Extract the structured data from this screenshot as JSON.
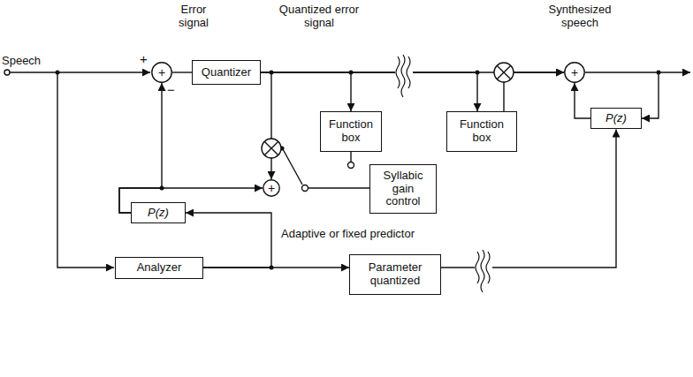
{
  "diagram": {
    "nodes": [
      {
        "text": [
          "+"
        ]
      },
      {
        "text": [
          "Quantizer"
        ]
      },
      {
        "text": [
          "Function box"
        ]
      },
      {
        "text": [
          "Function box"
        ]
      },
      {
        "text": [
          "+"
        ]
      },
      {
        "text": [
          "P(z)"
        ]
      },
      {
        "text": [
          "+"
        ]
      },
      {
        "text": [
          "Syllabic gain control"
        ]
      },
      {
        "text": [
          "P(z)"
        ]
      },
      {
        "text": [
          "Analyzer"
        ]
      },
      {
        "text": [
          "Parameter quantized"
        ]
      }
    ],
    "edges": [
      {
        "from": 0,
        "to": 1,
        "arrow": "none"
      },
      {
        "from": 1,
        "to": 2,
        "arrow": "to"
      },
      {
        "from": 1,
        "to": 6,
        "arrow": "to"
      },
      {
        "from": 8,
        "to": 0,
        "arrow": "to"
      },
      {
        "from": 8,
        "to": 6,
        "arrow": "to"
      },
      {
        "from": 9,
        "to": 8,
        "arrow": "to"
      },
      {
        "from": 9,
        "to": 10,
        "arrow": "to"
      },
      {
        "from": 1,
        "to": 3,
        "arrow": "to"
      },
      {
        "from": 3,
        "to": 4,
        "arrow": "to"
      },
      {
        "from": 1,
        "to": 4,
        "arrow": "to"
      },
      {
        "from": 5,
        "to": 4,
        "arrow": "to"
      },
      {
        "from": 4,
        "to": 5,
        "arrow": "to"
      },
      {
        "from": 10,
        "to": 5,
        "arrow": "to"
      }
    ],
    "labels": [
      "Speech",
      "Error signal",
      "+",
      "−",
      "Quantized error signal",
      "Synthesized speech",
      "Adaptive or fixed predictor"
    ]
  }
}
